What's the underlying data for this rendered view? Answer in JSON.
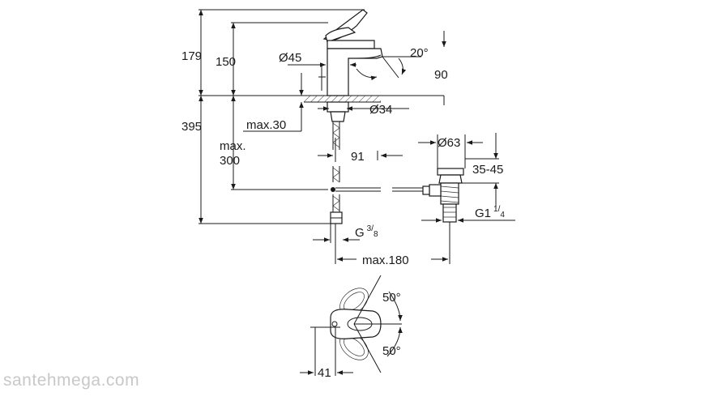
{
  "dimensions": {
    "h_total": "179",
    "h_spout": "150",
    "dia_spout": "Ø45",
    "angle_top": "20°",
    "angle_side": "90",
    "dia_base": "Ø34",
    "h_below": "395",
    "max_counter": "max.30",
    "max_hose_1": "max.",
    "max_hose_2": "300",
    "offset": "91",
    "dia_waste": "Ø63",
    "range_waste": "35-45",
    "thread_waste": "G1",
    "thread_waste_num": "1",
    "thread_waste_den": "4",
    "thread_hose": "G",
    "thread_hose_num": "3",
    "thread_hose_den": "8",
    "max_width": "max.180",
    "angle_upper": "50°",
    "angle_lower": "50°",
    "plan_width": "41"
  },
  "watermark": "santehmega.com"
}
